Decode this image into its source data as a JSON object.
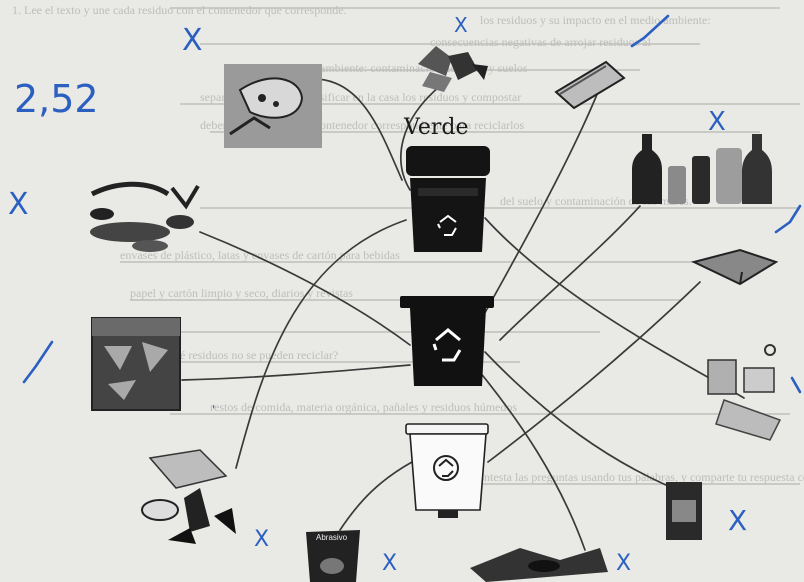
{
  "score": "2,52",
  "bin_label": "Verde",
  "package_label": "Abrasivo",
  "marks": {
    "cross": "X",
    "check": "✓"
  },
  "background_lines": [
    "1. Lee el texto y une cada residuo con el contenedor que corresponde.",
    "los residuos y su impacto en el medio ambiente:",
    "consecuencias negativas de arrojar residuos al",
    "ambiente: contaminación de aguas y suelos",
    "separación en origen: clasificar en la casa los residuos y compostar",
    "deben depositarse en el contenedor correspondiente para reciclarlos",
    "del suelo y contaminación de los mares.",
    "envases de plástico, latas y envases de cartón para bebidas",
    "papel y cartón limpio y seco, diarios y revistas",
    "¿Qué residuos no se pueden reciclar?",
    "restos de comida, materia orgánica, pañales y residuos húmedos",
    "Contesta las preguntas usando tus palabras, y comparte tu respuesta con la clase."
  ],
  "icons": {
    "bins": [
      "green-bin-icon",
      "black-bin-icon",
      "white-bin-icon"
    ],
    "recycle": "recycle-symbol-icon",
    "items": [
      "organic-waste-icon",
      "crushed-cans-icon",
      "foil-roll-icon",
      "glass-bottles-icon",
      "food-scraps-icon",
      "cardboard-box-icon",
      "pizza-box-icon",
      "plastic-containers-icon",
      "broken-dishes-icon",
      "milk-carton-icon",
      "chip-bag-icon",
      "dirty-napkins-icon"
    ]
  }
}
